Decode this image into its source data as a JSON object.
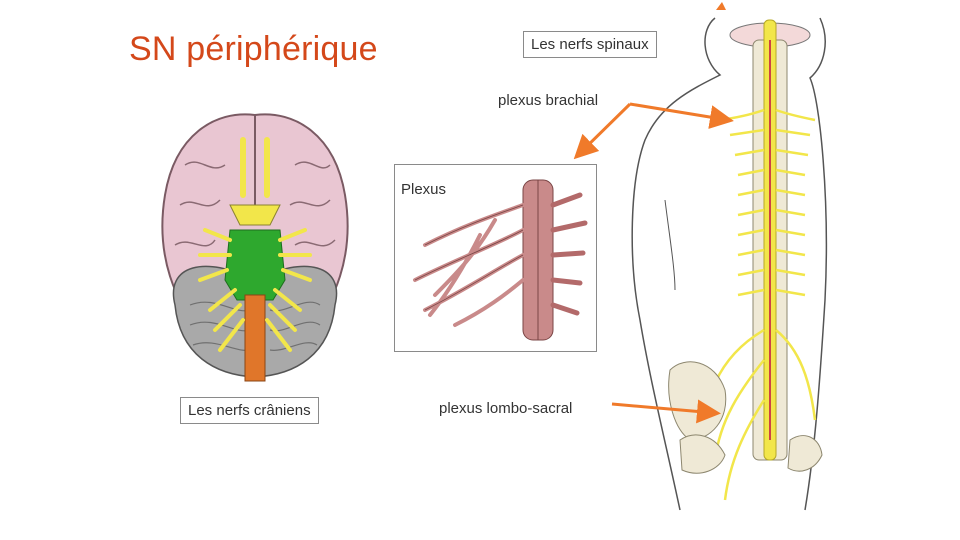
{
  "slide": {
    "title": "SN périphérique",
    "labels": {
      "spinal": "Les nerfs spinaux",
      "brachial": "plexus brachial",
      "plexus_panel": "Plexus",
      "lumbosacral": "plexus lombo-sacral",
      "cranial": "Les nerfs crâniens"
    },
    "colors": {
      "title": "#d4481a",
      "arrow": "#f07a2a",
      "nerve": "#f2e64a",
      "brainstem": "#2ea82e",
      "spinal_cord": "#e0762a",
      "cerebrum": "#e9c6d2",
      "cerebellum": "#a9a9a9",
      "plexus_tissue": "#c98a8a"
    }
  }
}
